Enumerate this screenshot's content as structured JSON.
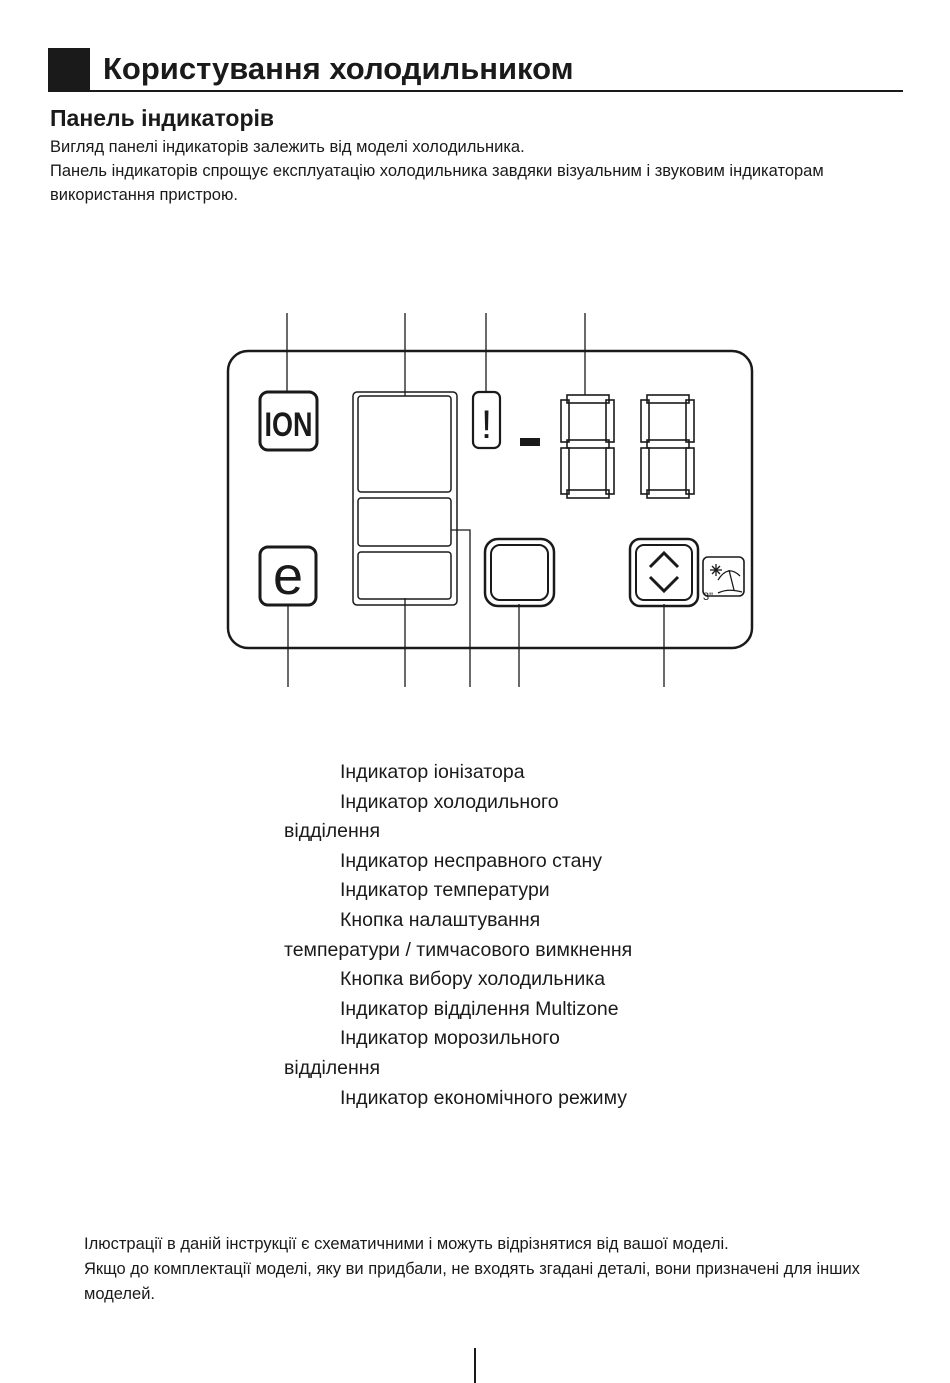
{
  "header": {
    "title": "Користування холодильником"
  },
  "section": {
    "heading": "Панель індикаторів",
    "paragraphs": [
      "Вигляд панелі індикаторів залежить від моделі холодильника.",
      "Панель індикаторів спрощує експлуатацію холодильника завдяки візуальним і звуковим індикаторам використання пристрою."
    ]
  },
  "panel": {
    "ion_label": "ION",
    "alarm_symbol": "!",
    "temperature_readout": "-88",
    "eco_symbol": "e",
    "timer_label": "3\""
  },
  "legend": {
    "items": [
      {
        "line1": "Індикатор іонізатора",
        "line2": ""
      },
      {
        "line1": "Індикатор холодильного",
        "line2": "відділення"
      },
      {
        "line1": "Індикатор несправного стану",
        "line2": ""
      },
      {
        "line1": "Індикатор температури",
        "line2": ""
      },
      {
        "line1": "Кнопка налаштування",
        "line2": "температури / тимчасового вимкнення"
      },
      {
        "line1": "Кнопка вибору холодильника",
        "line2": ""
      },
      {
        "line1": "Індикатор відділення Multizone",
        "line2": ""
      },
      {
        "line1": "Індикатор морозильного",
        "line2": "відділення"
      },
      {
        "line1": "Індикатор економічного режиму",
        "line2": ""
      }
    ]
  },
  "footnote": {
    "lines": [
      "Ілюстрації в даній інструкції є схематичними і можуть відрізнятися від вашої моделі.",
      "Якщо до комплектації моделі, яку ви придбали, не входять згадані деталі, вони призначені для інших моделей."
    ]
  }
}
